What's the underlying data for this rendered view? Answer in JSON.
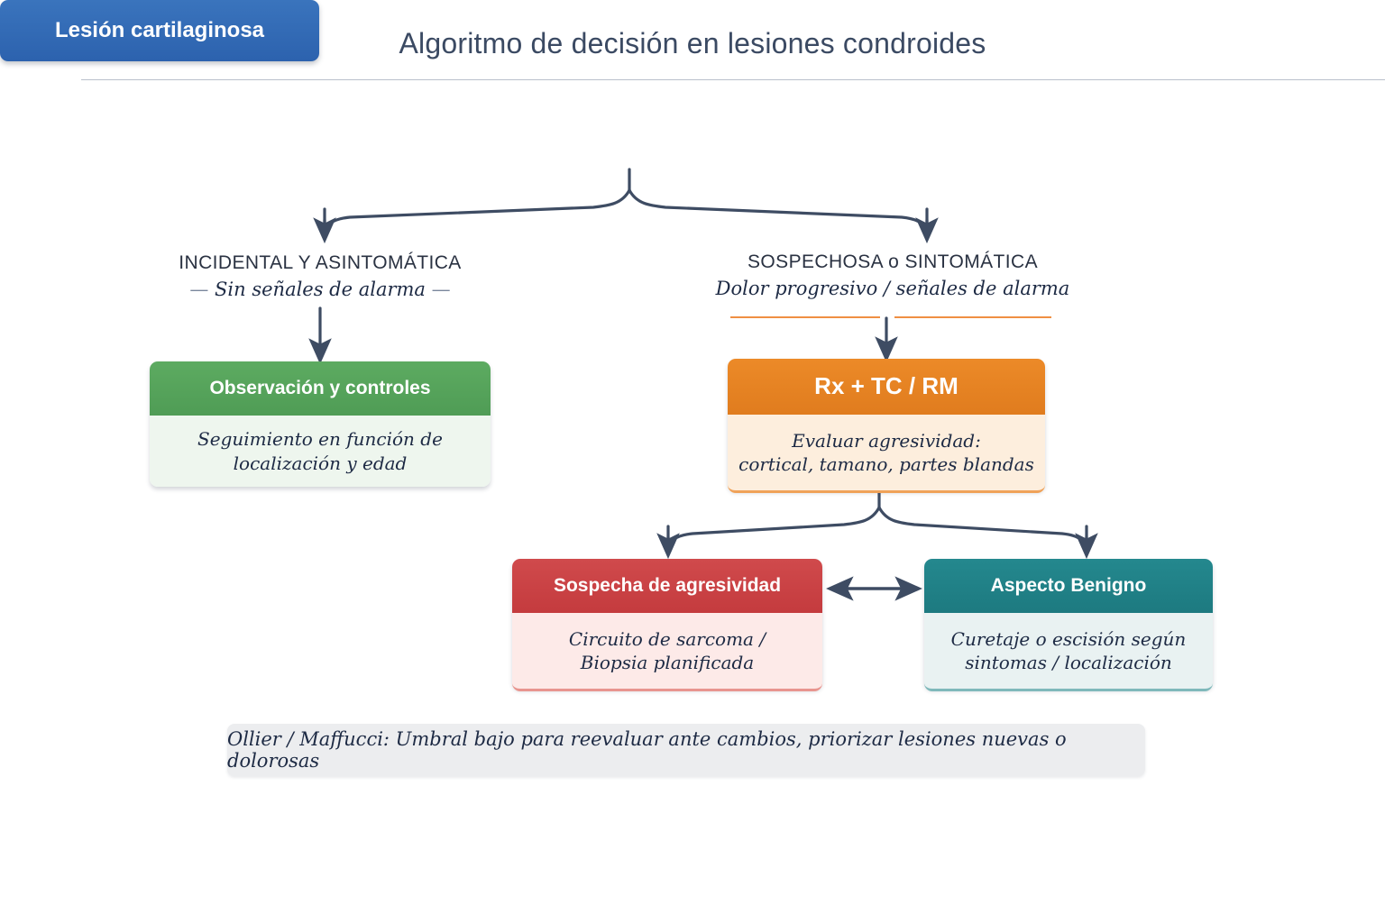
{
  "header": {
    "title": "Algoritmo de decisión en lesiones condroides"
  },
  "diagram": {
    "root": {
      "label": "Lesión cartilaginosa"
    },
    "branches": {
      "left": {
        "caps": "INCIDENTAL Y ASINTOMÁTICA",
        "dash_left": "—",
        "sub": "Sin señales de alarma",
        "dash_right": "—"
      },
      "right": {
        "caps": "SOSPECHOSA o SINTOMÁTICA",
        "sub": "Dolor progresivo / señales de alarma"
      }
    },
    "nodes": {
      "observacion": {
        "header": "Observación y controles",
        "line1": "Seguimiento en función de",
        "line2": "localización y edad"
      },
      "imagen": {
        "header": "Rx + TC / RM",
        "line1": "Evaluar agresividad:",
        "line2": "cortical, tamano, partes blandas"
      },
      "agresividad": {
        "header": "Sospecha de agresividad",
        "line1": "Circuito de sarcoma /",
        "line2": "Biopsia planificada"
      },
      "benigno": {
        "header": "Aspecto Benigno",
        "line1": "Curetaje o escisión según",
        "line2": "sintomas / localización"
      }
    },
    "footer_note": "Ollier / Maffucci: Umbral bajo para reevaluar ante cambios, priorizar lesiones nuevas o dolorosas"
  },
  "colors": {
    "title_text": "#3b4a63",
    "root_blue": "#2f68b5",
    "green": "#55a25a",
    "green_body": "#eef6ee",
    "orange": "#e58425",
    "orange_body": "#fdeedd",
    "red": "#cc4043",
    "red_body": "#fdeae8",
    "teal": "#1f8289",
    "teal_body": "#e9f2f2",
    "connector": "#3e4c63",
    "accent_rule": "#ef8f43",
    "footer_bg": "#ecedef"
  }
}
